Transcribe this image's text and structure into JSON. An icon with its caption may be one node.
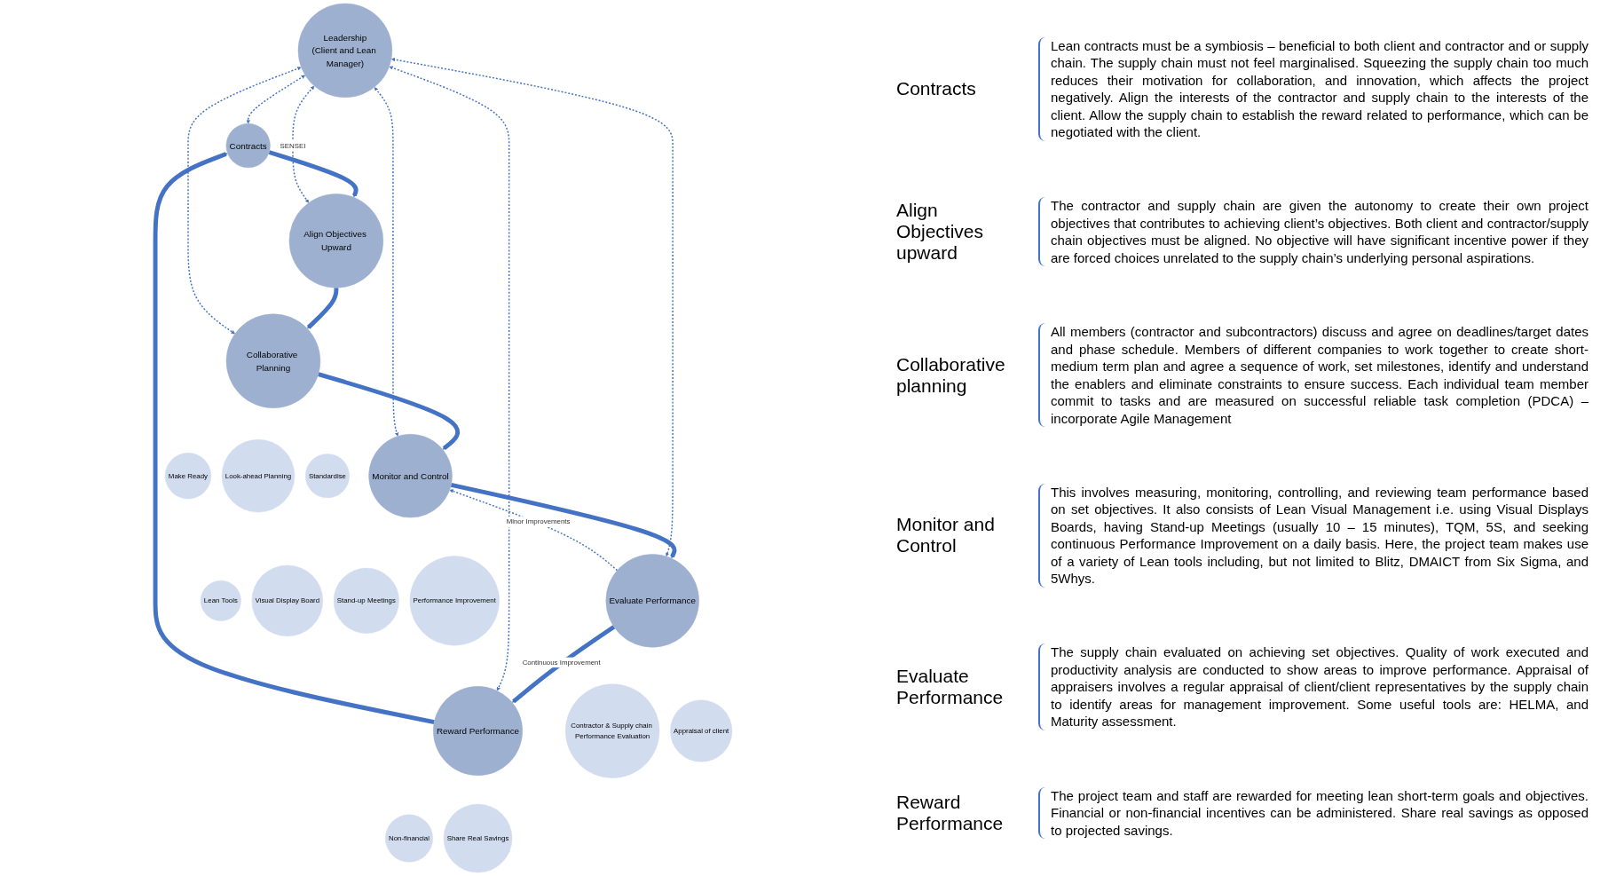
{
  "diagram": {
    "nodes": [
      {
        "text": [
          "Leadership",
          "(Client and Lean Manager)"
        ]
      },
      {
        "text": [
          "Contracts"
        ]
      },
      {
        "text": [
          "Align Objectives Upward"
        ]
      },
      {
        "text": [
          "Collaborative Planning"
        ]
      },
      {
        "text": [
          "Monitor and Control"
        ]
      },
      {
        "text": [
          "Evaluate Performance"
        ]
      },
      {
        "text": [
          "Reward Performance"
        ]
      },
      {
        "text": [
          "Non-financial"
        ]
      },
      {
        "text": [
          "Share Real Savings"
        ]
      },
      {
        "text": [
          "Make Ready"
        ]
      },
      {
        "text": [
          "Look-ahead Planning"
        ]
      },
      {
        "text": [
          "Standardise"
        ]
      },
      {
        "text": [
          "Lean Tools"
        ]
      },
      {
        "text": [
          "Visual Display Board"
        ]
      },
      {
        "text": [
          "Stand-up Meetings"
        ]
      },
      {
        "text": [
          "Performance Improvement"
        ]
      },
      {
        "text": [
          "Contractor & Supply chain Performance Evaluation"
        ]
      },
      {
        "text": [
          "Appraisal of client"
        ]
      }
    ],
    "edges": [
      {
        "from": 6,
        "to": 1,
        "arrow": "to",
        "style": "thick"
      },
      {
        "from": 1,
        "to": 2,
        "arrow": "to",
        "style": "thick"
      },
      {
        "from": 2,
        "to": 3,
        "arrow": "to",
        "style": "thick"
      },
      {
        "from": 3,
        "to": 4,
        "arrow": "to",
        "style": "thick"
      },
      {
        "from": 4,
        "to": 5,
        "arrow": "to",
        "style": "thick"
      },
      {
        "from": 5,
        "to": 6,
        "arrow": "to",
        "style": "thick",
        "label": "Continuous Improvement"
      },
      {
        "from": 5,
        "to": 4,
        "arrow": "to",
        "style": "dashed",
        "label": "Minor Improvements"
      },
      {
        "from": 0,
        "to": 1,
        "arrow": "both",
        "style": "dashed"
      },
      {
        "from": 0,
        "to": 2,
        "arrow": "both",
        "style": "dashed",
        "label": "SENSEI"
      },
      {
        "from": 0,
        "to": 3,
        "arrow": "both",
        "style": "dashed"
      },
      {
        "from": 0,
        "to": 4,
        "arrow": "both",
        "style": "dashed"
      },
      {
        "from": 0,
        "to": 5,
        "arrow": "both",
        "style": "dashed"
      },
      {
        "from": 0,
        "to": 6,
        "arrow": "both",
        "style": "dashed"
      }
    ],
    "labels": [
      "Contracts",
      "Lean contracts must be a symbiosis – beneficial to both client and contractor and or supply chain. The supply chain must not feel marginalised. Squeezing the supply chain too much reduces their motivation for collaboration, and innovation, which affects the project negatively. Align the interests of the contractor and supply chain to the interests of the client. Allow the supply chain to establish the reward related to performance, which can be negotiated with the client.",
      "Align Objectives upward",
      "The contractor and supply chain are given the autonomy to create their own project objectives that contributes to achieving client’s objectives. Both client and contractor/supply chain objectives must be aligned. No objective will have significant incentive power if they are forced choices unrelated to the supply chain’s underlying personal aspirations.",
      "Collaborative planning",
      "All members (contractor and subcontractors) discuss and agree on deadlines/target dates and phase schedule. Members of different companies to work together to create short-medium term plan and agree a sequence of work, set milestones, identify and understand the enablers and eliminate constraints to ensure success. Each individual team member commit to tasks and are measured on successful reliable task completion (PDCA) – incorporate Agile Management",
      "Monitor and Control",
      "This involves measuring, monitoring, controlling, and reviewing team performance based on set objectives. It also consists of Lean Visual Management i.e. using Visual Displays Boards, having Stand-up Meetings (usually 10 – 15 minutes), TQM, 5S, and seeking continuous Performance Improvement on a daily basis. Here, the project team makes use of a variety of Lean tools including, but not limited to Blitz, DMAICT from Six Sigma, and 5Whys.",
      "Evaluate Performance",
      "The supply chain evaluated on achieving set objectives. Quality of work executed and productivity analysis are conducted to show areas to improve performance. Appraisal of appraisers involves a regular appraisal of client/client representatives by the supply chain to identify areas for management improvement. Some useful tools are: HELMA, and Maturity assessment.",
      "Reward Performance",
      "The project team and staff are rewarded for meeting lean short-term goals and objectives. Financial or non-financial incentives can be administered. Share real savings as opposed to projected savings."
    ]
  }
}
